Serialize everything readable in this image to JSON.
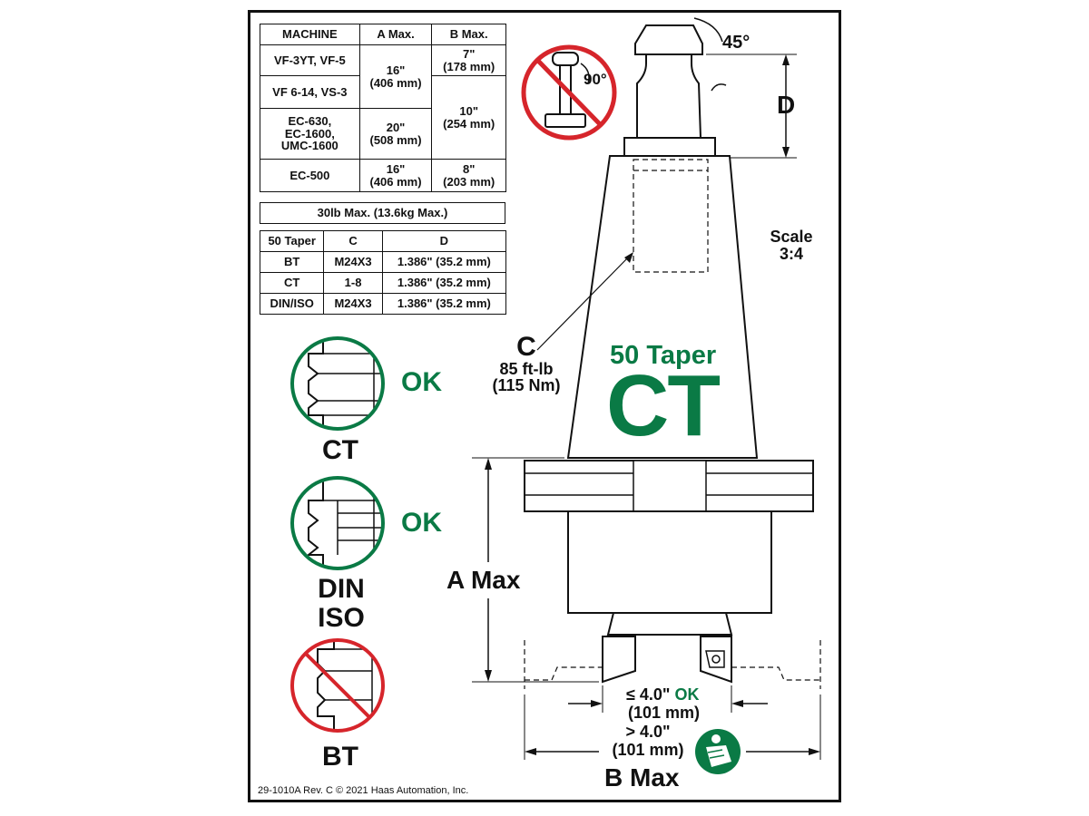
{
  "machine_table": {
    "headers": [
      "MACHINE",
      "A Max.",
      "B Max."
    ],
    "row1_machine": "VF-3YT, VF-5",
    "row2_machine": "VF 6-14, VS-3",
    "row12_a_line1": "16\"",
    "row12_a_line2": "(406 mm)",
    "row1_b_line1": "7\"",
    "row1_b_line2": "(178 mm)",
    "row3_machine_line1": "EC-630,",
    "row3_machine_line2": "EC-1600,",
    "row3_machine_line3": "UMC-1600",
    "row3_a_line1": "20\"",
    "row3_a_line2": "(508 mm)",
    "row23_b_line1": "10\"",
    "row23_b_line2": "(254 mm)",
    "row4_machine": "EC-500",
    "row4_a_line1": "16\"",
    "row4_a_line2": "(406 mm)",
    "row4_b_line1": "8\"",
    "row4_b_line2": "(203 mm)"
  },
  "weight_limit": "30lb Max. (13.6kg Max.)",
  "taper_table": {
    "headers": [
      "50 Taper",
      "C",
      "D"
    ],
    "rows": [
      [
        "BT",
        "M24X3",
        "1.386\" (35.2 mm)"
      ],
      [
        "CT",
        "1-8",
        "1.386\" (35.2 mm)"
      ],
      [
        "DIN/ISO",
        "M24X3",
        "1.386\" (35.2 mm)"
      ]
    ]
  },
  "labels": {
    "angle_45": "45°",
    "angle_90": "90°",
    "d_label": "D",
    "scale_line1": "Scale",
    "scale_line2": "3:4",
    "c_label": "C",
    "c_torque1": "85 ft-lb",
    "c_torque2": "(115 Nm)",
    "taper_name": "50 Taper",
    "taper_type": "CT",
    "a_max": "A Max",
    "ok_ct": "OK",
    "ok_din": "OK",
    "name_ct": "CT",
    "name_din": "DIN",
    "name_iso": "ISO",
    "name_bt": "BT",
    "b_small_prefix": "≤ 4.0\"",
    "b_small_ok": "OK",
    "b_small_mm": "(101 mm)",
    "b_large_line1": "> 4.0\"",
    "b_large_line2": "(101 mm)",
    "b_max": "B Max",
    "footer": "29-1010A Rev. C  © 2021 Haas Automation, Inc."
  },
  "colors": {
    "green": "#0a7a45",
    "red": "#d6252b",
    "ink": "#111111"
  }
}
